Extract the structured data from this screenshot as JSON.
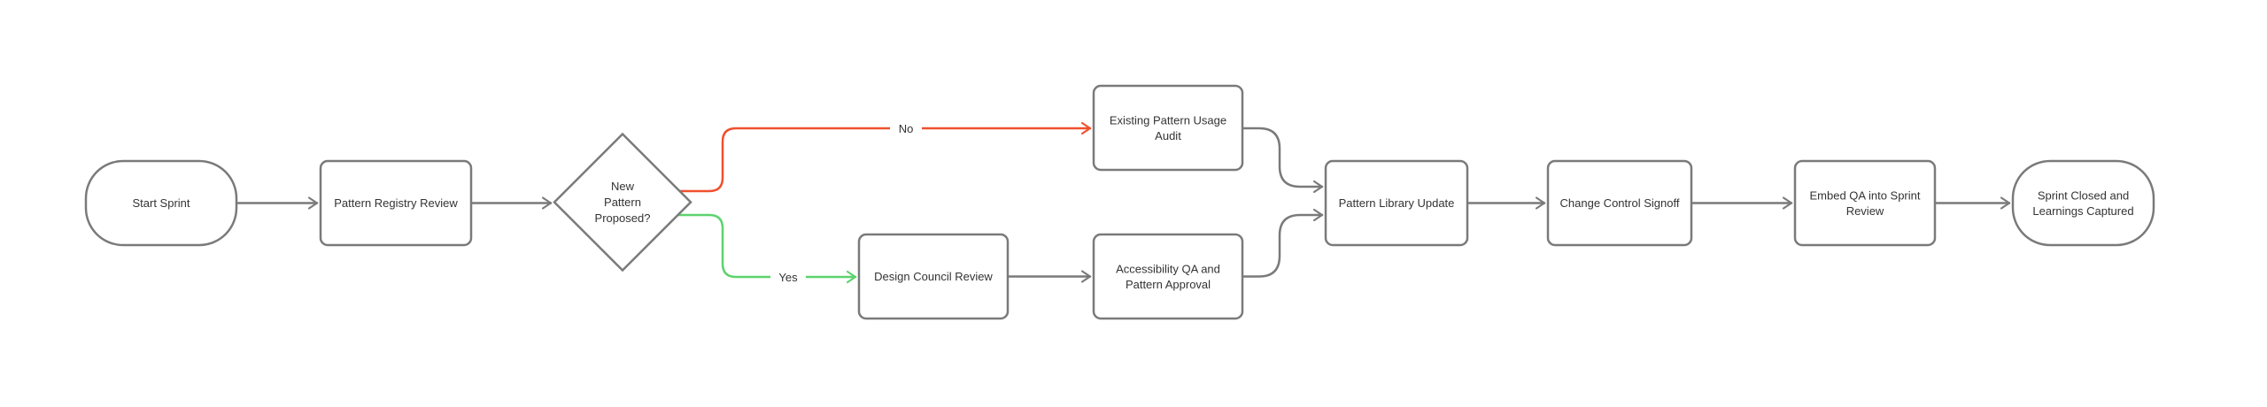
{
  "diagram": {
    "type": "flowchart",
    "direction": "left-to-right",
    "colors": {
      "background": "#ffffff",
      "node_fill": "#ffffff",
      "node_border": "#7a7a7a",
      "edge": "#7a7a7a",
      "no_edge": "#f0502e",
      "yes_edge": "#5cd36e",
      "text": "#333333"
    },
    "nodes": {
      "start": {
        "shape": "stadium",
        "label": "Start Sprint"
      },
      "registry": {
        "shape": "rect",
        "label": "Pattern Registry Review"
      },
      "decision": {
        "shape": "diamond",
        "lines": [
          "New",
          "Pattern",
          "Proposed?"
        ]
      },
      "audit": {
        "shape": "rect",
        "lines": [
          "Existing Pattern Usage",
          "Audit"
        ]
      },
      "council": {
        "shape": "rect",
        "label": "Design Council Review"
      },
      "qa": {
        "shape": "rect",
        "lines": [
          "Accessibility QA and",
          "Pattern Approval"
        ]
      },
      "library": {
        "shape": "rect",
        "label": "Pattern Library Update"
      },
      "signoff": {
        "shape": "rect",
        "label": "Change Control Signoff"
      },
      "embed": {
        "shape": "rect",
        "lines": [
          "Embed QA into Sprint",
          "Review"
        ]
      },
      "closed": {
        "shape": "stadium",
        "lines": [
          "Sprint Closed and",
          "Learnings Captured"
        ]
      }
    },
    "edges": [
      {
        "from": "start",
        "to": "registry"
      },
      {
        "from": "registry",
        "to": "decision"
      },
      {
        "from": "decision",
        "to": "audit",
        "label": "No"
      },
      {
        "from": "decision",
        "to": "council",
        "label": "Yes"
      },
      {
        "from": "council",
        "to": "qa"
      },
      {
        "from": "audit",
        "to": "library"
      },
      {
        "from": "qa",
        "to": "library"
      },
      {
        "from": "library",
        "to": "signoff"
      },
      {
        "from": "signoff",
        "to": "embed"
      },
      {
        "from": "embed",
        "to": "closed"
      }
    ]
  }
}
